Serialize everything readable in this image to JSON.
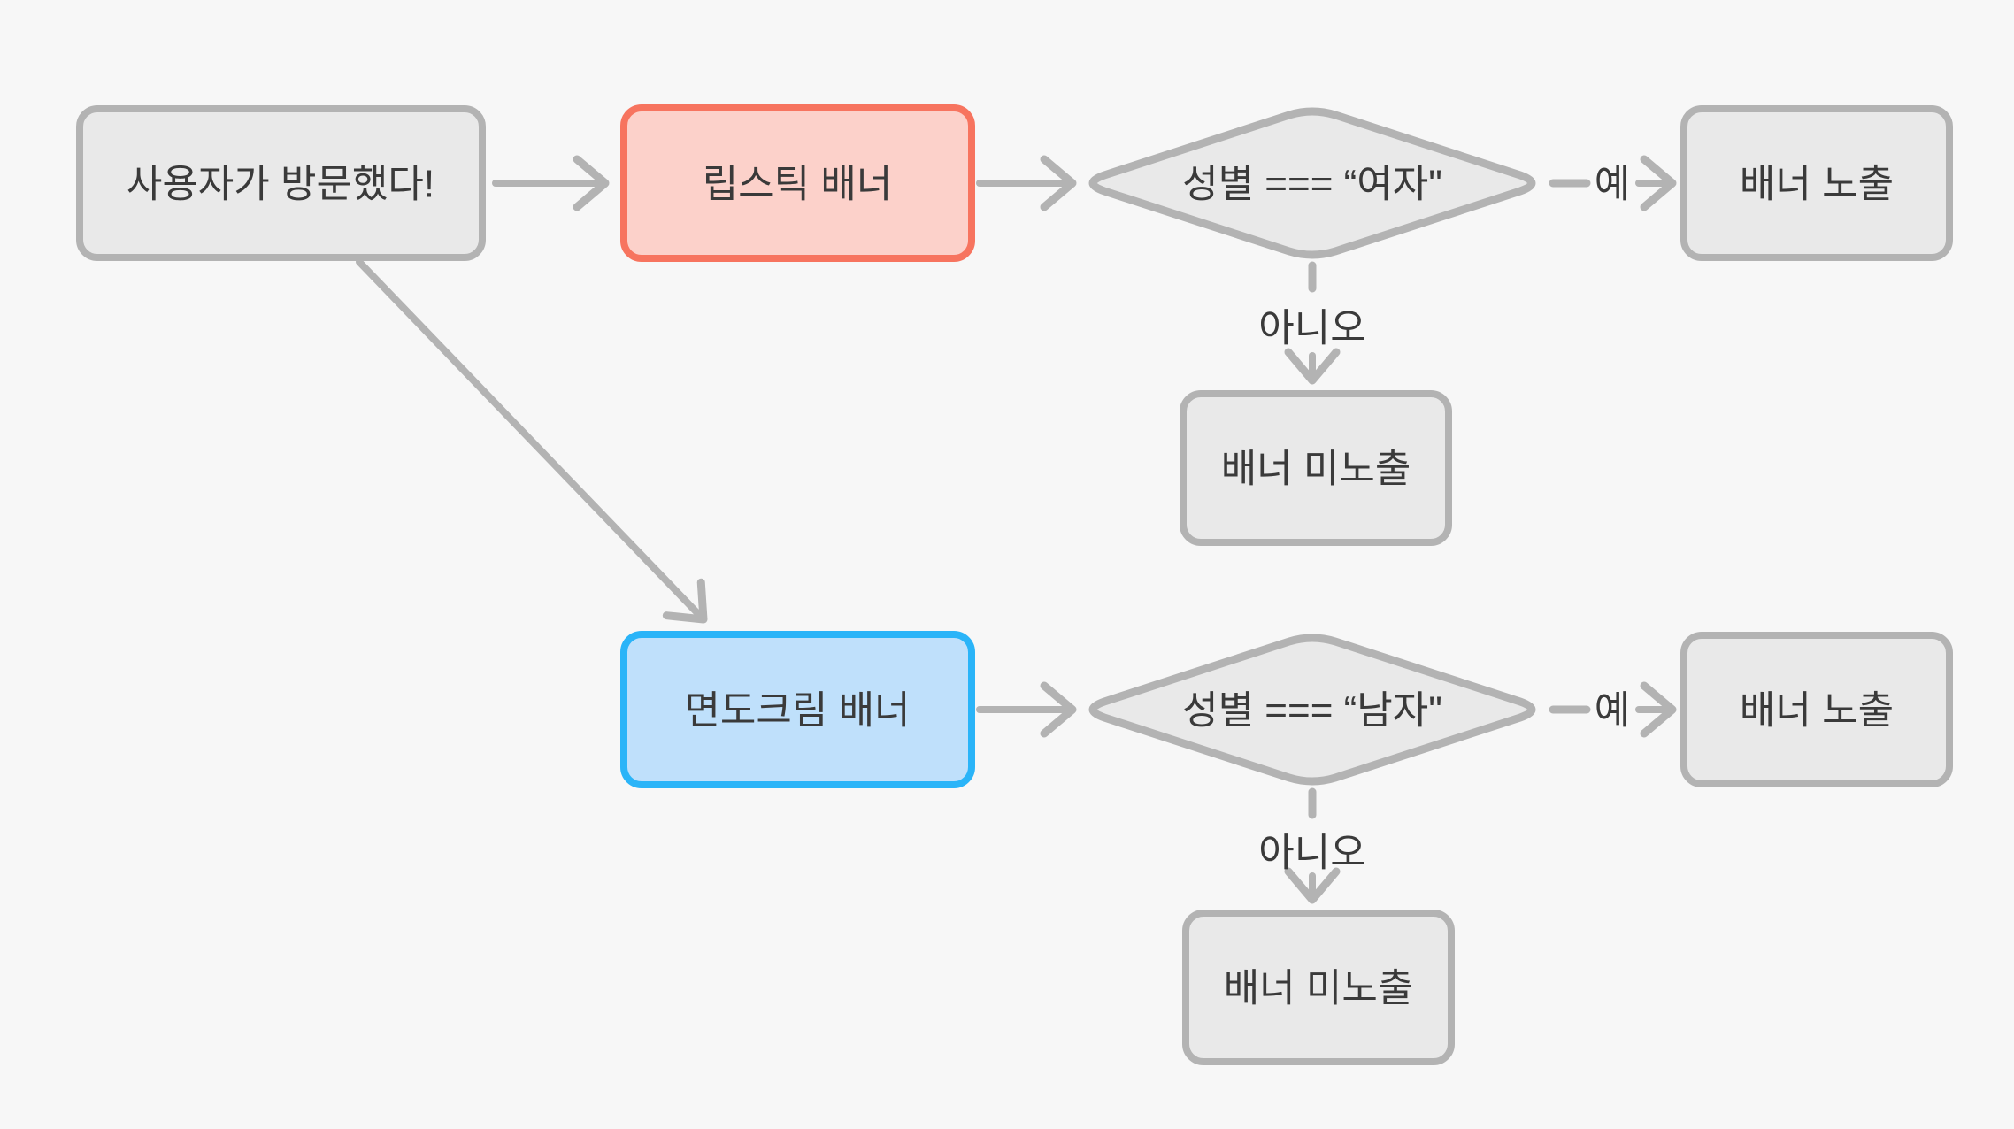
{
  "diagram": {
    "background": "#f7f7f7",
    "edge_color": "#b3b3b3",
    "text_color": "#3a3a3a",
    "labels": {
      "yes": "예",
      "no": "아니오"
    },
    "nodes": {
      "start": {
        "label": "사용자가 방문했다!",
        "fill": "#e9e9e9",
        "stroke": "#b3b3b3"
      },
      "lipstick_banner": {
        "label": "립스틱 배너",
        "fill": "#fcd1ca",
        "stroke": "#f7745f"
      },
      "gender_is_female": {
        "label": "성별 === “여자\"",
        "fill": "#e9e9e9",
        "stroke": "#b3b3b3"
      },
      "banner_shown_female": {
        "label": "배너 노출",
        "fill": "#e9e9e9",
        "stroke": "#b3b3b3"
      },
      "banner_hidden_female": {
        "label": "배너 미노출",
        "fill": "#e9e9e9",
        "stroke": "#b3b3b3"
      },
      "shaving_cream_banner": {
        "label": "면도크림 배너",
        "fill": "#bfe0fb",
        "stroke": "#2ab4f8"
      },
      "gender_is_male": {
        "label": "성별 === “남자\"",
        "fill": "#e9e9e9",
        "stroke": "#b3b3b3"
      },
      "banner_shown_male": {
        "label": "배너 노출",
        "fill": "#e9e9e9",
        "stroke": "#b3b3b3"
      },
      "banner_hidden_male": {
        "label": "배너 미노출",
        "fill": "#e9e9e9",
        "stroke": "#b3b3b3"
      }
    }
  }
}
